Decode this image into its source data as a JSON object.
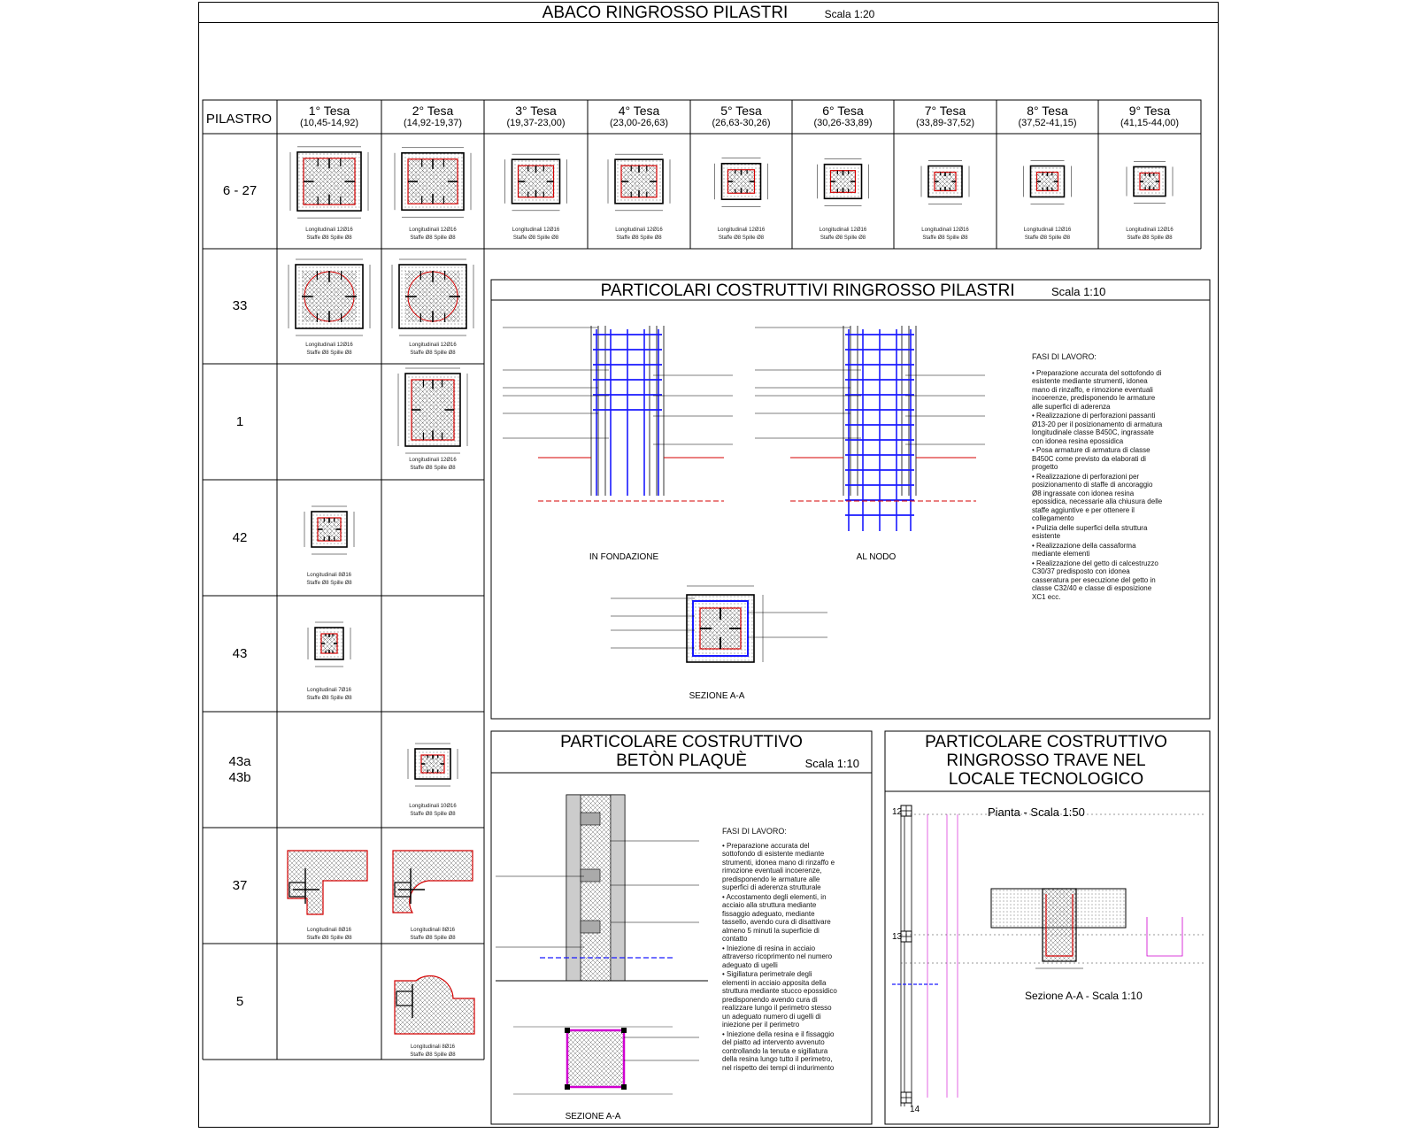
{
  "title": {
    "main": "ABACO RINGROSSO PILASTRI",
    "scale": "Scala 1:20"
  },
  "table": {
    "column_header": "PILASTRO",
    "tese": [
      {
        "label": "1° Tesa",
        "range": "(10,45-14,92)"
      },
      {
        "label": "2° Tesa",
        "range": "(14,92-19,37)"
      },
      {
        "label": "3° Tesa",
        "range": "(19,37-23,00)"
      },
      {
        "label": "4° Tesa",
        "range": "(23,00-26,63)"
      },
      {
        "label": "5° Tesa",
        "range": "(26,63-30,26)"
      },
      {
        "label": "6° Tesa",
        "range": "(30,26-33,89)"
      },
      {
        "label": "7° Tesa",
        "range": "(33,89-37,52)"
      },
      {
        "label": "8° Tesa",
        "range": "(37,52-41,15)"
      },
      {
        "label": "9° Tesa",
        "range": "(41,15-44,00)"
      }
    ],
    "rows": [
      "6 - 27",
      "33",
      "1",
      "42",
      "43",
      "43a\n43b",
      "37",
      "5"
    ],
    "rebar_note_12": "Longitudinali 12Ø16",
    "rebar_note_8": "Longitudinali 8Ø16",
    "rebar_note_7": "Longitudinali 7Ø16",
    "rebar_note_10": "Longitudinali 10Ø16",
    "stirrup_note": "Staffe Ø8  Spille Ø8"
  },
  "particolari": {
    "title": "PARTICOLARI COSTRUTTIVI RINGROSSO PILASTRI",
    "scale": "Scala 1:10",
    "label_fondazione": "IN FONDAZIONE",
    "label_nodo": "AL NODO",
    "label_sezione": "SEZIONE A-A",
    "phases_title": "FASI DI LAVORO:",
    "phases": [
      "• Preparazione accurata del sottofondo di esistente mediante strumenti, idonea mano di rinzaffo, e rimozione eventuali incoerenze, predisponendo le armature alle superfici di aderenza",
      "• Realizzazione di perforazioni passanti Ø13-20 per il posizionamento di armatura longitudinale classe B450C, ingrassate con idonea resina epossidica",
      "• Posa armature di armatura di classe B450C come previsto da elaborati di progetto",
      "• Realizzazione di perforazioni per posizionamento di staffe di ancoraggio Ø8 ingrassate con idonea resina epossidica, necessarie alla chiusura delle staffe aggiuntive e per ottenere il collegamento",
      "• Pulizia delle superfici della struttura esistente",
      "• Realizzazione della cassaforma mediante elementi",
      "• Realizzazione del getto di calcestruzzo C30/37 predisposto con idonea casseratura per esecuzione del getto in classe C32/40 e classe di esposizione XC1 ecc."
    ]
  },
  "beton": {
    "title_line1": "PARTICOLARE COSTRUTTIVO",
    "title_line2": "BETÒN PLAQUÈ",
    "scale": "Scala 1:10",
    "label_sezione": "SEZIONE A-A",
    "phases_title": "FASI DI LAVORO:",
    "phases": [
      "• Preparazione accurata del sottofondo di esistente mediante strumenti, idonea mano di rinzaffo e rimozione eventuali incoerenze, predisponendo le armature alle superfici di aderenza strutturale",
      "• Accostamento degli elementi, in acciaio alla struttura mediante fissaggio adeguato, mediante tassello, avendo cura di disattivare almeno 5 minuti la superficie di contatto",
      "• Iniezione di resina in acciaio attraverso ricoprimento nel numero adeguato di ugelli",
      "• Sigillatura perimetrale degli elementi in acciaio apposita della struttura mediante stucco epossidico predisponendo avendo cura di realizzare lungo il perimetro stesso un adeguato numero di ugelli di iniezione per il perimetro",
      "• Iniezione della resina e il fissaggio del piatto ad intervento avvenuto controllando la tenuta e sigillatura della resina lungo tutto il perimetro, nel rispetto dei tempi di indurimento"
    ]
  },
  "trave": {
    "title_line1": "PARTICOLARE COSTRUTTIVO",
    "title_line2": "RINGROSSO TRAVE NEL",
    "title_line3": "LOCALE TECNOLOGICO",
    "pianta": "Pianta - Scala 1:50",
    "sezione": "Sezione A-A - Scala 1:10",
    "mark_12": "12",
    "mark_13": "13",
    "mark_14": "14"
  },
  "colors": {
    "line": "#000000",
    "rebar": "#d40000",
    "stirrup": "#1a1aff",
    "hatch": "#777777",
    "magenta": "#d000d0"
  }
}
